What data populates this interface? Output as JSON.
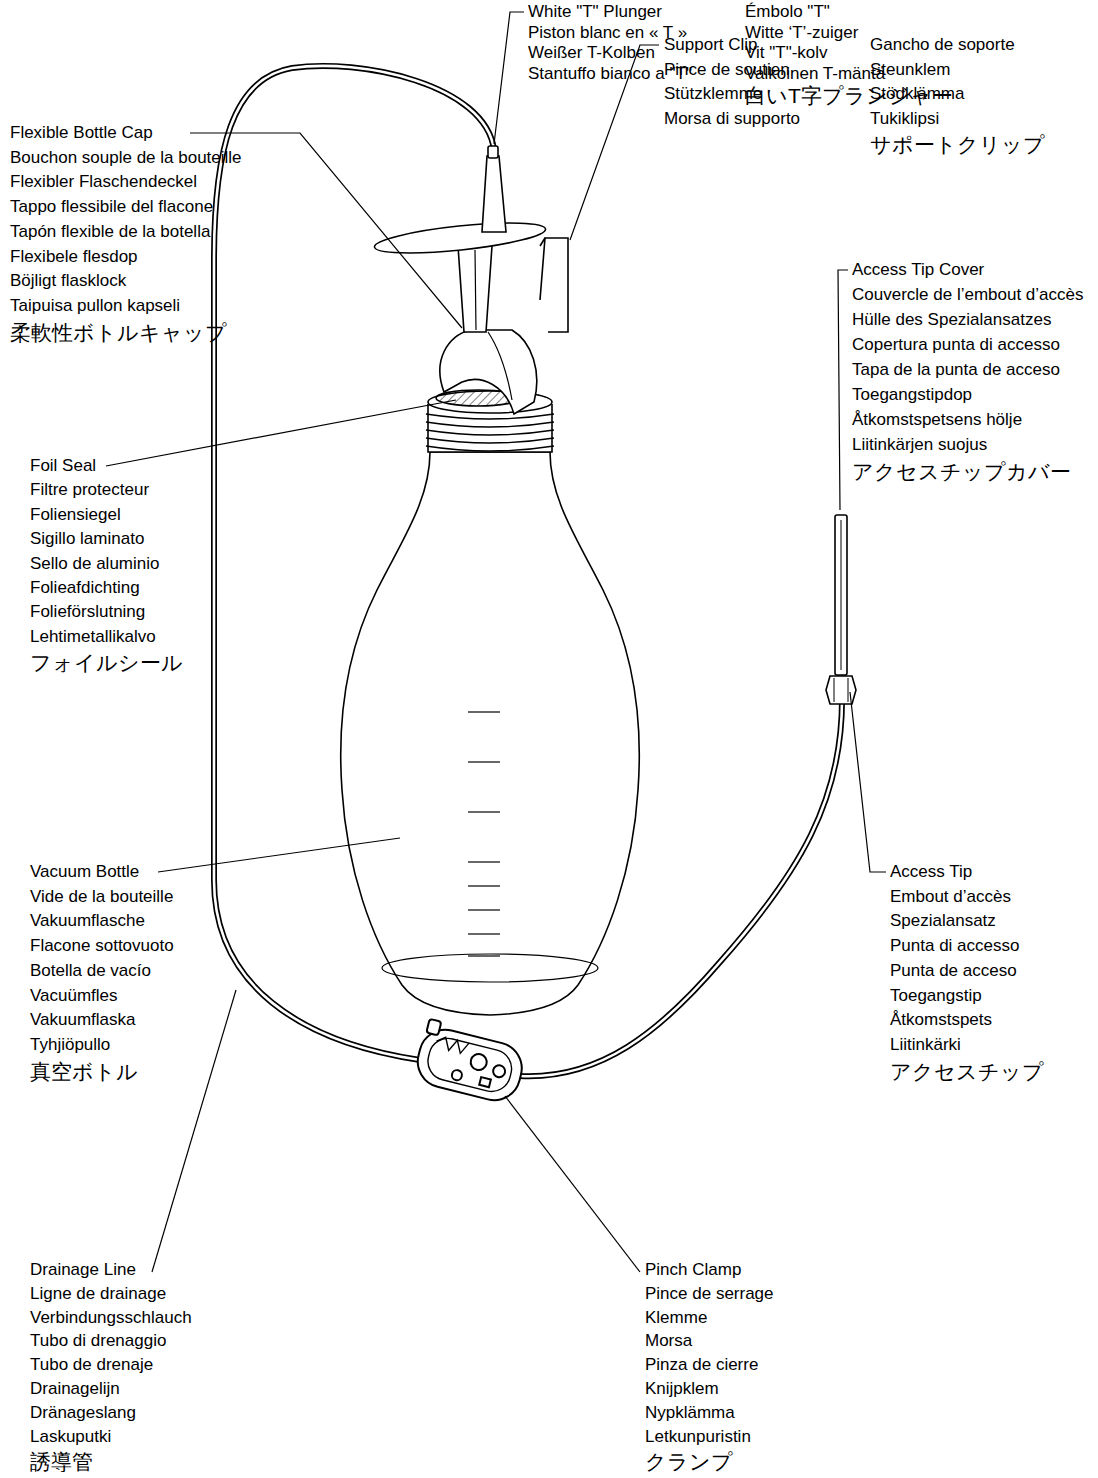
{
  "diagram": {
    "labels": [
      "White \"T\" Plunger",
      "Piston blanc en « T »",
      "Weißer T-Kolben",
      "Stantuffo bianco a \"T\"",
      "Émbolo \"T\"",
      "Witte ‘T’-zuiger",
      "Vit \"T\"-kolv",
      "Valkoinen T-mäntä",
      "白いT字プランジャー",
      "Flexible Bottle Cap",
      "Bouchon souple de la bouteille",
      "Flexibler Flaschendeckel",
      "Tappo flessibile del flacone",
      "Tapón flexible de la botella",
      "Flexibele flesdop",
      "Böjligt flasklock",
      "Taipuisa pullon kapseli",
      "柔軟性ボトルキャップ",
      "Support Clip",
      "Pince de soutien",
      "Stützklemme",
      "Morsa di supporto",
      "Gancho de soporte",
      "Steunklem",
      "Stödklämma",
      "Tukiklipsi",
      "サポートクリップ",
      "Foil Seal",
      "Filtre protecteur",
      "Foliensiegel",
      "Sigillo laminato",
      "Sello de aluminio",
      "Folieafdichting",
      "Folieförslutning",
      "Lehtimetallikalvo",
      "フォイルシール",
      "Access Tip Cover",
      "Couvercle de l’embout d’accès",
      "Hülle des Spezialansatzes",
      "Copertura punta di accesso",
      "Tapa de la punta de acceso",
      "Toegangstipdop",
      "Åtkomstspetsens hölje",
      "Liitinkärjen suojus",
      "アクセスチップカバー",
      "Access Tip",
      "Embout d’accès",
      "Spezialansatz",
      "Punta di accesso",
      "Punta de acceso",
      "Toegangstip",
      "Åtkomstspets",
      "Liitinkärki",
      "アクセスチップ",
      "Vacuum Bottle",
      "Vide de la bouteille",
      "Vakuumflasche",
      "Flacone sottovuoto",
      "Botella de vacío",
      "Vacuümfles",
      "Vakuumflaska",
      "Tyhjiöpullo",
      "真空ボトル",
      "Drainage Line",
      "Ligne de drainage",
      "Verbindungsschlauch",
      "Tubo di drenaggio",
      "Tubo de drenaje",
      "Drainagelijn",
      "Dränageslang",
      "Laskuputki",
      "誘導管",
      "Pinch Clamp",
      "Pince de serrage",
      "Klemme",
      "Morsa",
      "Pinza de cierre",
      "Knijpklem",
      "Nypklämma",
      "Letkunpuristin",
      "クランプ"
    ]
  }
}
